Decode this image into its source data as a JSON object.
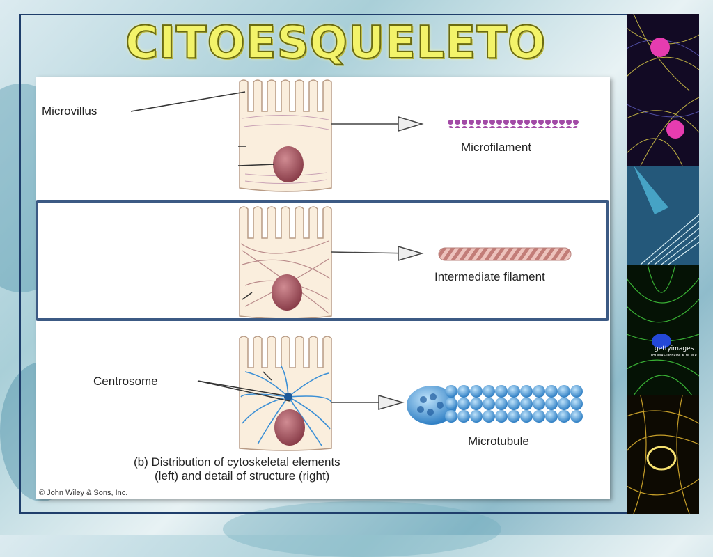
{
  "title": "CITOESQUELETO",
  "labels": {
    "microvillus": "Microvillus",
    "microfilament": "Microfilament",
    "intermediate_filament": "Intermediate filament",
    "centrosome": "Centrosome",
    "microtubule": "Microtubule"
  },
  "caption": {
    "line1": "(b) Distribution of cytoskeletal elements",
    "line2": "(left) and detail of structure (right)"
  },
  "copyright": "© John Wiley & Sons, Inc.",
  "thumbnails": {
    "watermark_brand": "gettyimages",
    "watermark_small": "THOMAS DEERINCK NCMIR"
  },
  "colors": {
    "frame": "#1f3e6b",
    "highlight_border": "#3c5a84",
    "title_fill": "#f3f36a",
    "microfilament": "#a24aa6",
    "intermediate_filament": "#d49a94",
    "microtubule": "#3a8fd6",
    "nucleus": "#a3545f",
    "cell_fill": "#faeedd"
  }
}
